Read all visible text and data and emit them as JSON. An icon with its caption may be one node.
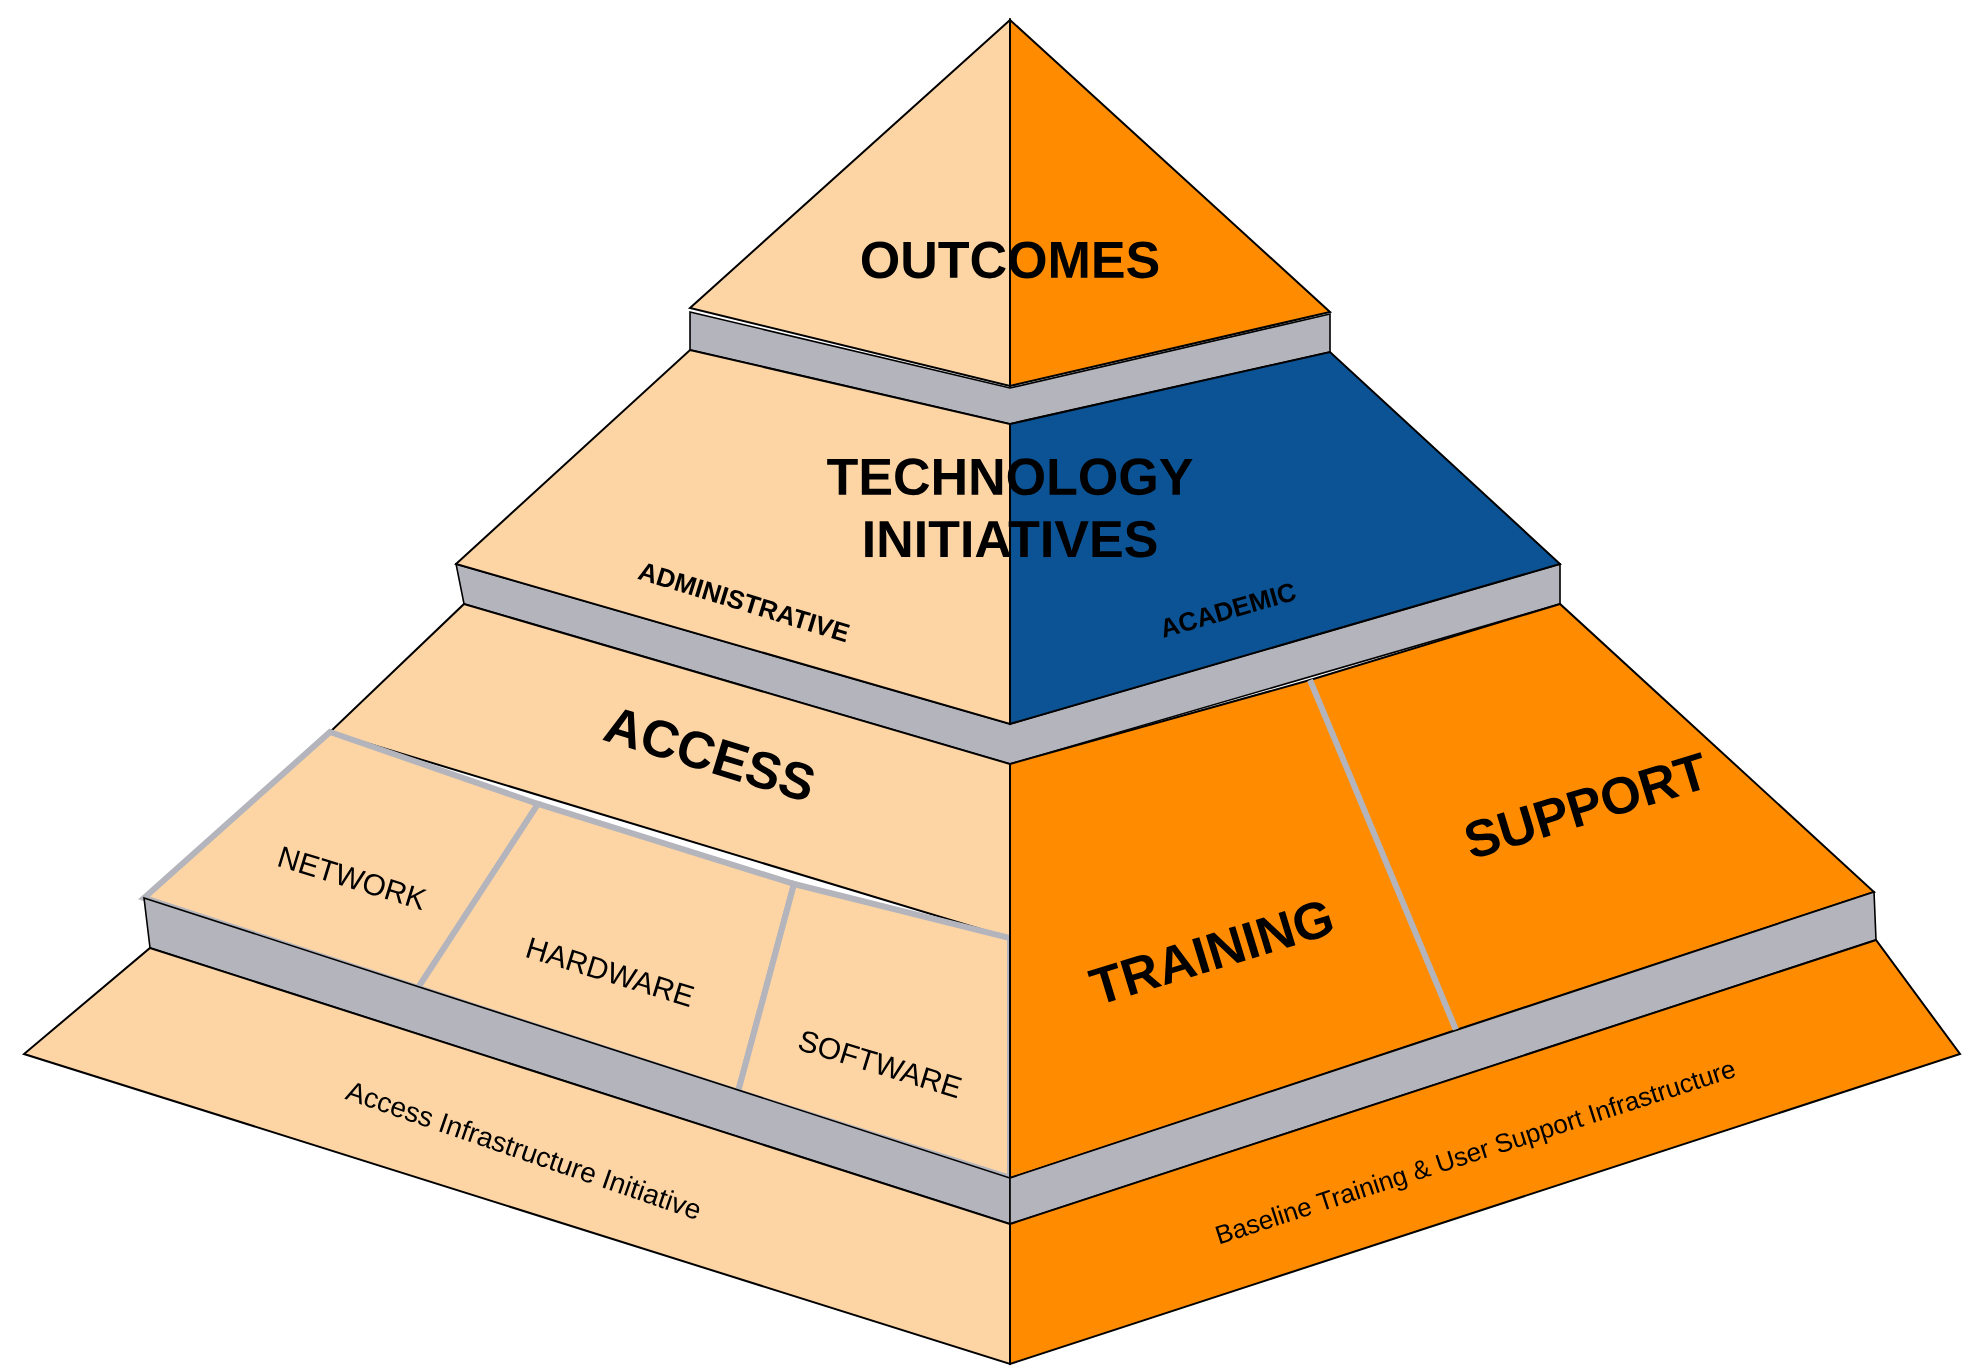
{
  "diagram": {
    "nodes": [
      {
        "text": [
          "OUTCOMES"
        ]
      },
      {
        "text": [
          "TECHNOLOGY INITIATIVES",
          "ADMINISTRATIVE",
          "ACADEMIC"
        ]
      },
      {
        "text": [
          "ACCESS"
        ]
      },
      {
        "text": [
          "NETWORK"
        ]
      },
      {
        "text": [
          "HARDWARE"
        ]
      },
      {
        "text": [
          "SOFTWARE"
        ]
      },
      {
        "text": [
          "TRAINING"
        ]
      },
      {
        "text": [
          "SUPPORT"
        ]
      },
      {
        "text": [
          "Access Infrastructure Initiative"
        ]
      },
      {
        "text": [
          "Baseline Training & User Support Infrastructure"
        ]
      }
    ]
  }
}
